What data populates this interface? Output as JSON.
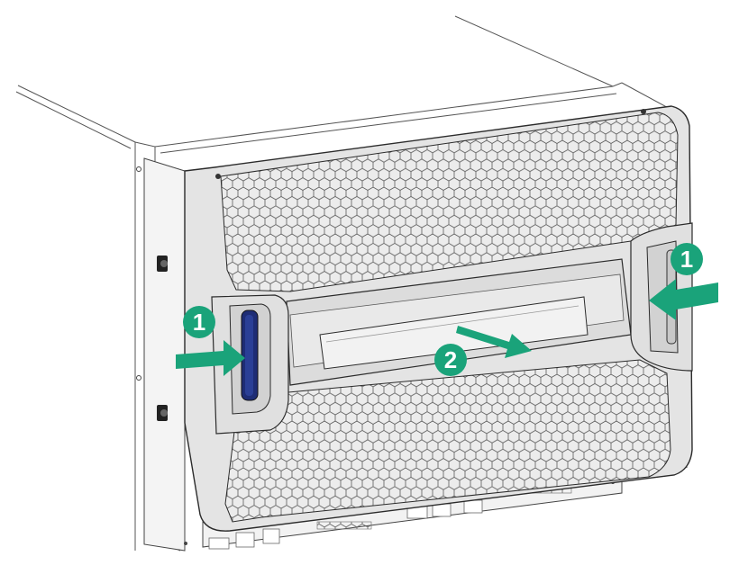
{
  "callouts": [
    {
      "id": "left",
      "label": "1"
    },
    {
      "id": "right",
      "label": "1"
    },
    {
      "id": "center",
      "label": "2"
    }
  ],
  "colors": {
    "accent": "#1aa37a",
    "latch": "#2a3f96",
    "bezel": "#e4e4e4",
    "bezel_shadow": "#c9c9c9",
    "outline": "#2b2b2b",
    "mesh": "#ececec",
    "background": "#ffffff"
  },
  "icons": {
    "push_arrow": "arrow-right-icon",
    "pull_arrow": "arrow-diagonal-icon"
  }
}
